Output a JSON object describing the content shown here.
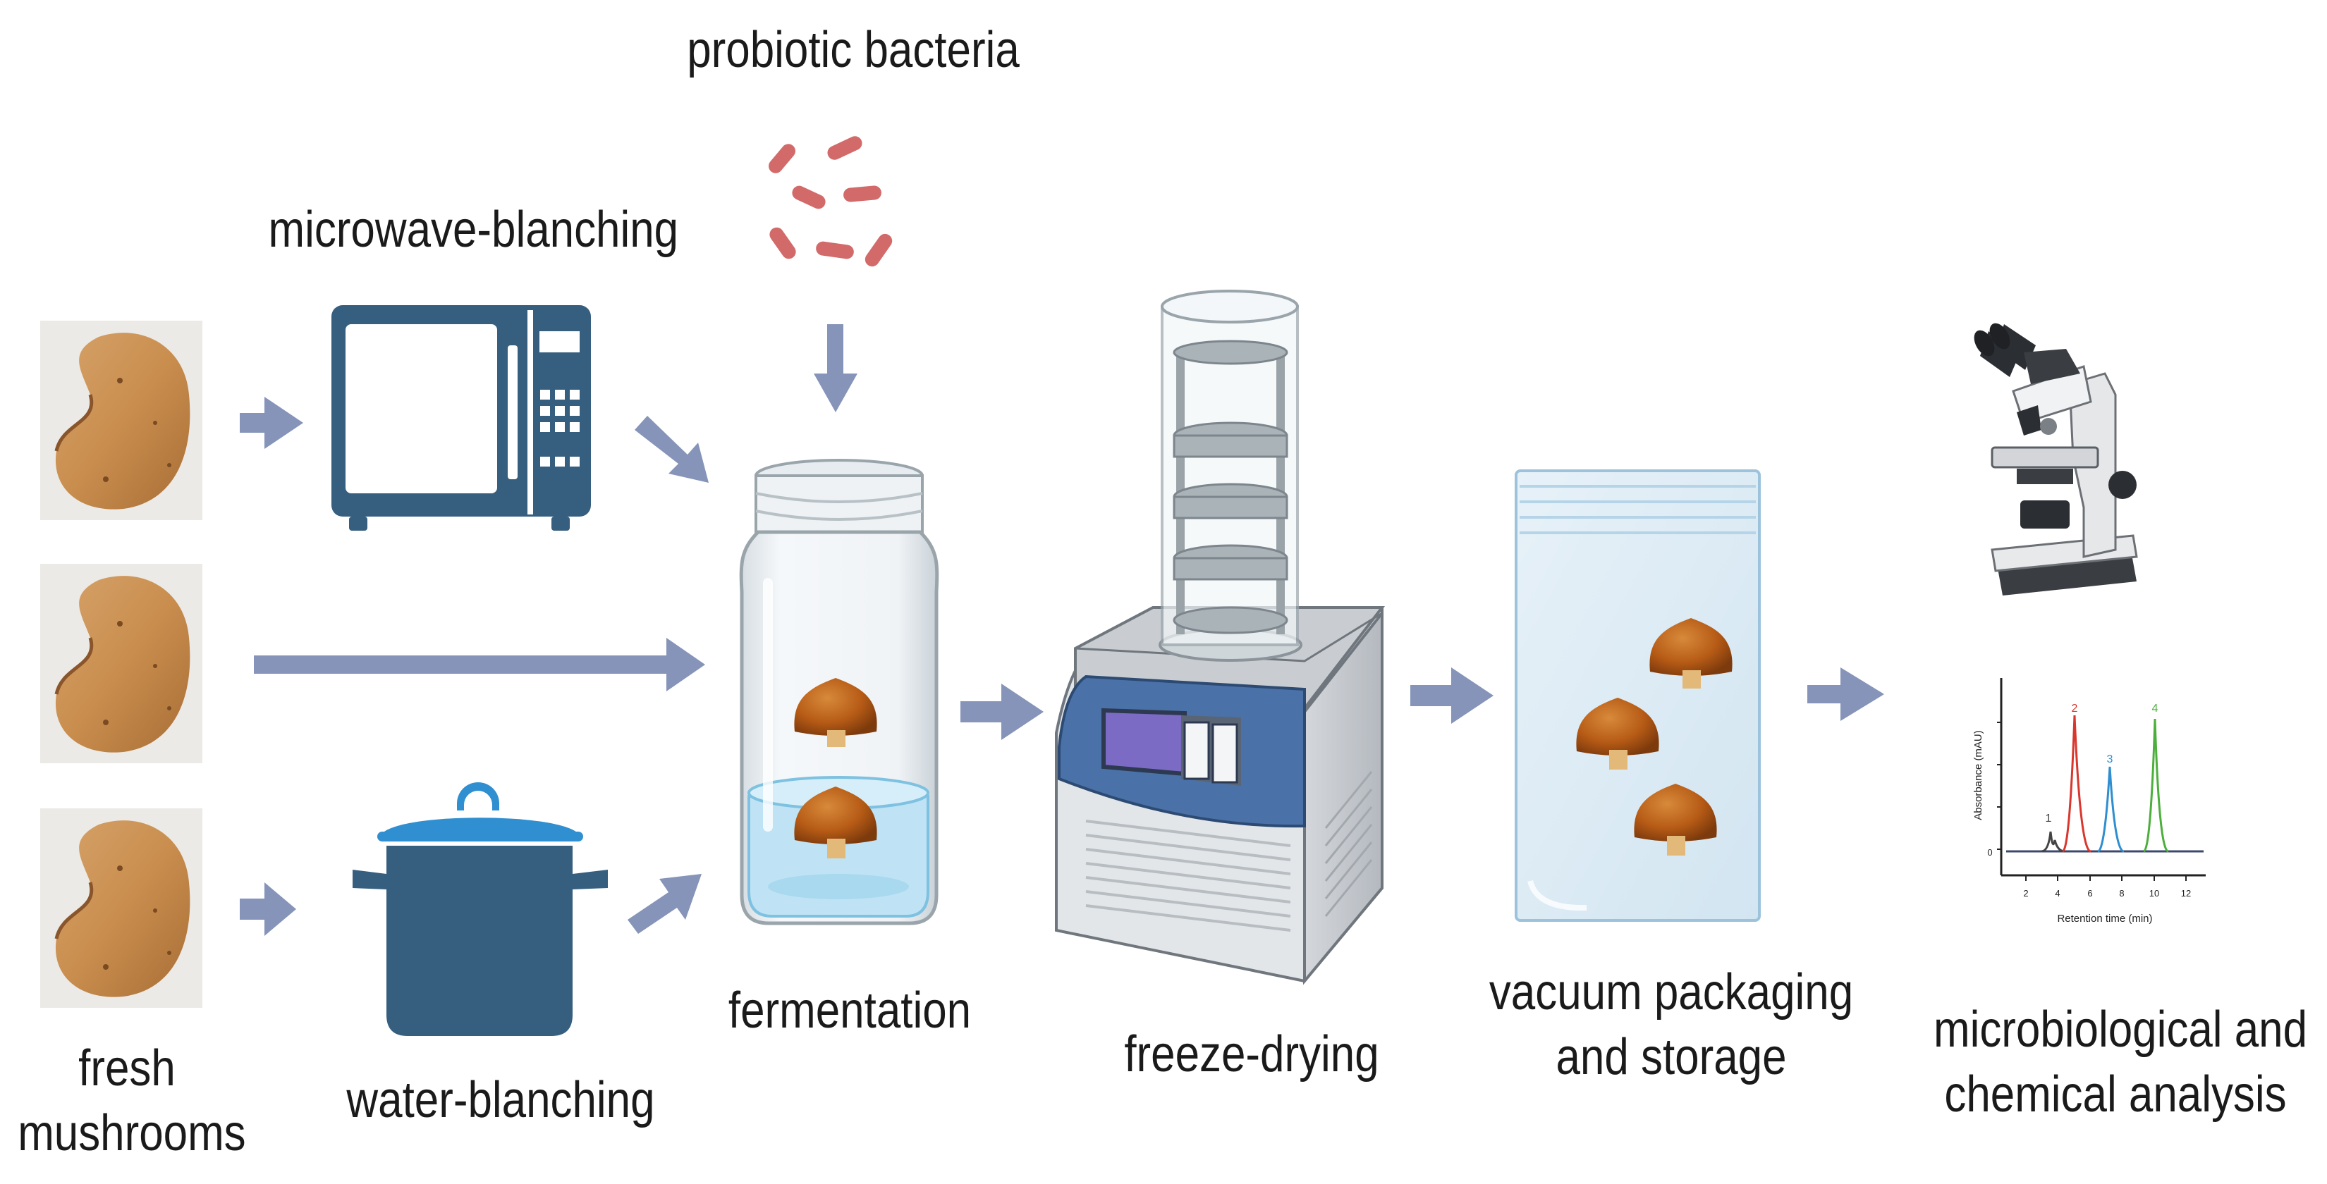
{
  "labels": {
    "fresh_mushrooms": [
      "fresh",
      "mushrooms"
    ],
    "microwave_blanching": "microwave-blanching",
    "water_blanching": "water-blanching",
    "probiotic_bacteria": "probiotic bacteria",
    "fermentation": "fermentation",
    "freeze_drying": "freeze-drying",
    "vacuum_packaging": [
      "vacuum packaging",
      "and storage"
    ],
    "analysis": [
      "microbiological and",
      "chemical analysis"
    ]
  },
  "chromatogram": {
    "ylabel": "Absorbance (mAU)",
    "xlabel": "Retention time (min)",
    "xticks": [
      "2",
      "4",
      "6",
      "8",
      "10",
      "12"
    ],
    "yzero": "0",
    "peaks": [
      "1",
      "2",
      "3",
      "4"
    ],
    "peak_colors": [
      "#444444",
      "#d9372e",
      "#2f8ed0",
      "#4caf3c"
    ]
  },
  "colors": {
    "arrow": "#8594b8",
    "appliance": "#365f7f",
    "pot_lid": "#2f8fd0",
    "bacteria": "#d36a6a",
    "mushroom_cap": "#b65b16",
    "freeze_dryer_panel": "#4a72a8"
  },
  "icons": [
    "mushroom-photo",
    "microwave-icon",
    "pot-icon",
    "bacteria-icon",
    "jar-icon",
    "freeze-dryer-icon",
    "bag-icon",
    "microscope-icon",
    "chromatogram-icon"
  ]
}
